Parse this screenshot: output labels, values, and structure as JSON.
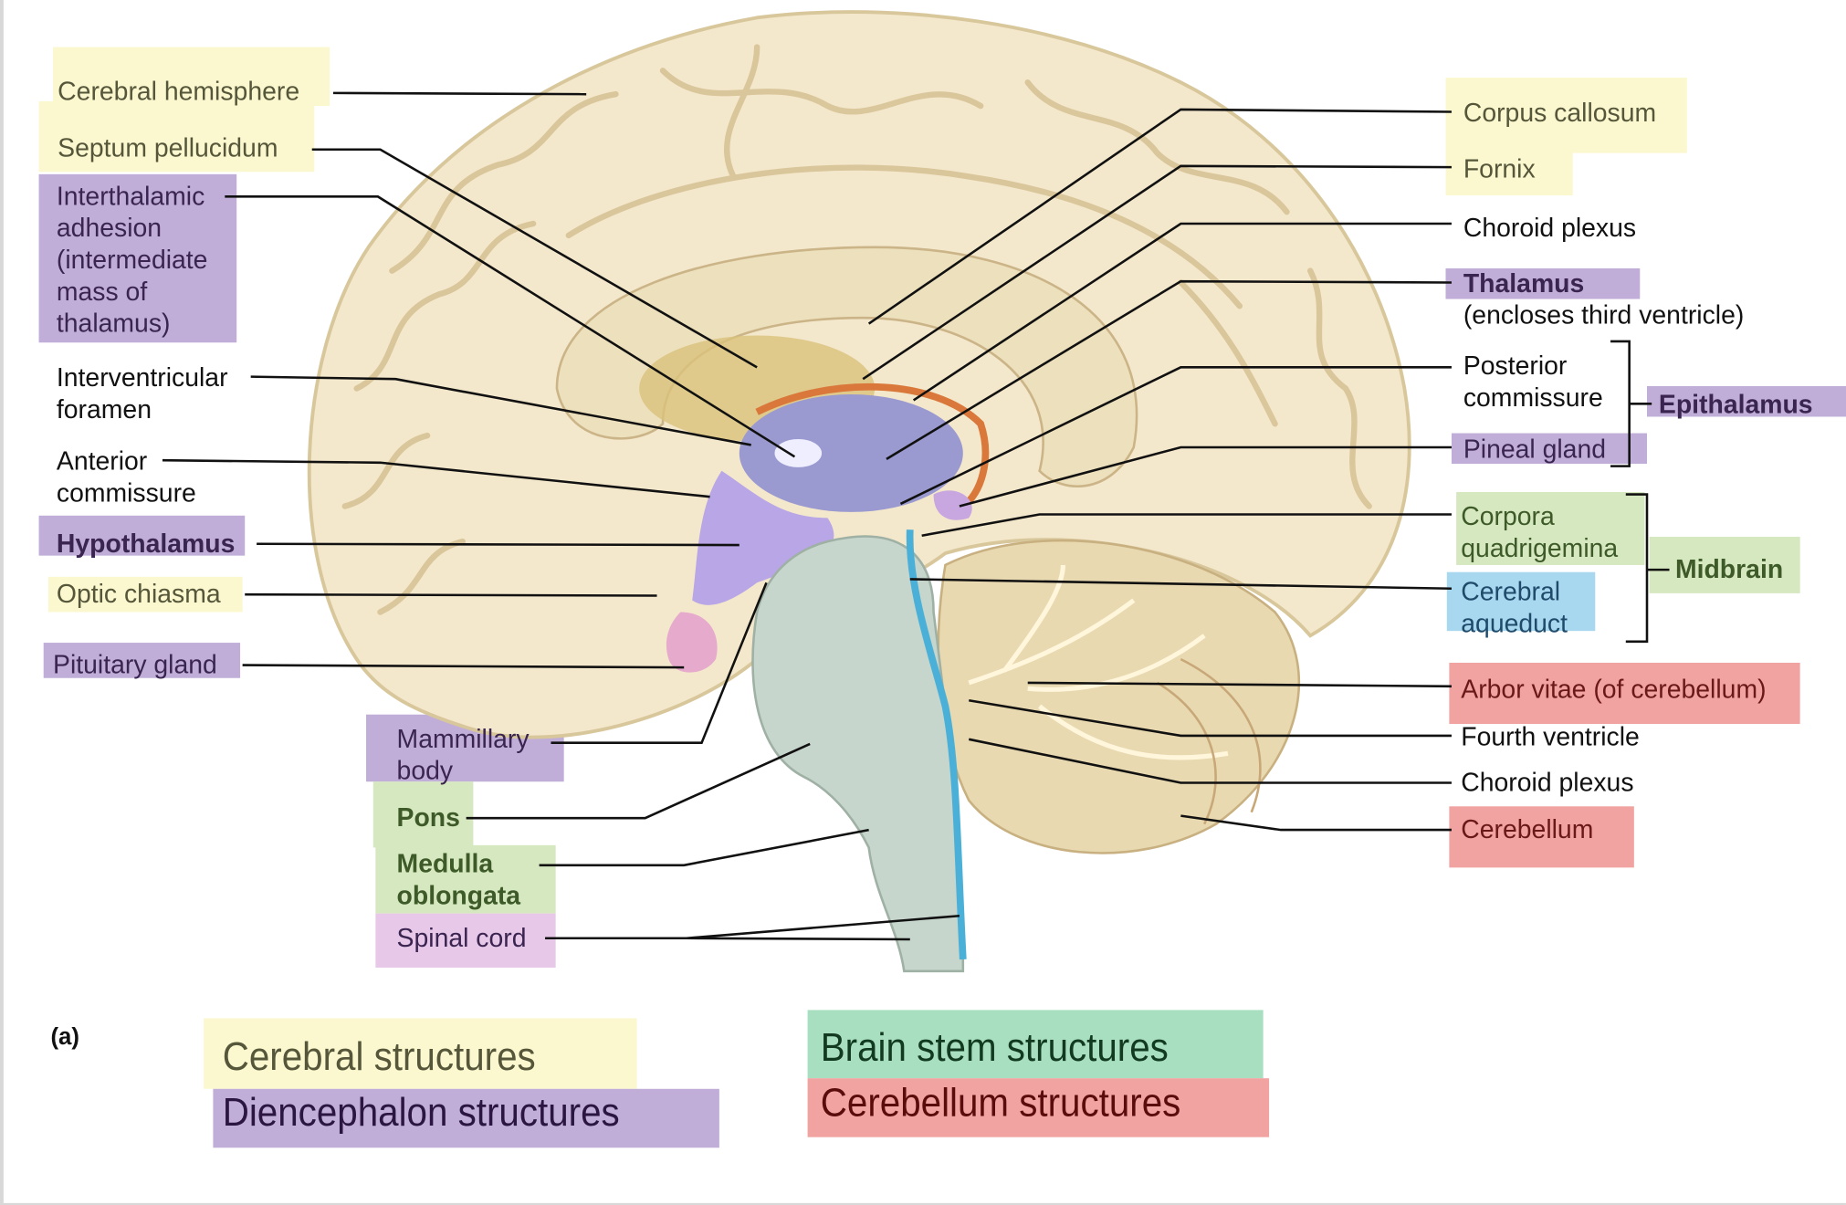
{
  "figure_label": "(a)",
  "left_labels": [
    {
      "text": "Cerebral hemisphere",
      "group": "Cerebral"
    },
    {
      "text": "Septum pellucidum",
      "group": "Cerebral"
    },
    {
      "lines": [
        "Interthalamic",
        "adhesion",
        "(intermediate",
        "mass of",
        "thalamus)"
      ],
      "group": "Diencephalon"
    },
    {
      "lines": [
        "Interventricular",
        "foramen"
      ]
    },
    {
      "lines": [
        "Anterior",
        "commissure"
      ]
    },
    {
      "text": "Hypothalamus",
      "group": "Diencephalon"
    },
    {
      "text": "Optic chiasma",
      "group": "Cerebral"
    },
    {
      "text": "Pituitary gland",
      "group": "Diencephalon"
    },
    {
      "lines": [
        "Mammillary",
        "body"
      ],
      "group": "Diencephalon"
    },
    {
      "text": "Pons",
      "group": "Brain stem"
    },
    {
      "lines": [
        "Medulla",
        "oblongata"
      ],
      "group": "Brain stem"
    },
    {
      "text": "Spinal cord"
    }
  ],
  "right_labels": [
    {
      "text": "Corpus callosum",
      "group": "Cerebral"
    },
    {
      "text": "Fornix",
      "group": "Cerebral"
    },
    {
      "text": "Choroid plexus"
    },
    {
      "text": "Thalamus",
      "note": "(encloses third ventricle)",
      "group": "Diencephalon"
    },
    {
      "lines": [
        "Posterior",
        "commissure"
      ]
    },
    {
      "text": "Pineal gland",
      "group": "Diencephalon"
    },
    {
      "lines": [
        "Corpora",
        "quadrigemina"
      ],
      "group": "Brain stem"
    },
    {
      "lines": [
        "Cerebral",
        "aqueduct"
      ]
    },
    {
      "text": "Arbor vitae (of cerebellum)",
      "group": "Cerebellum"
    },
    {
      "text": "Fourth ventricle"
    },
    {
      "text": "Choroid plexus"
    },
    {
      "text": "Cerebellum",
      "group": "Cerebellum"
    }
  ],
  "groups": {
    "epithalamus": "Epithalamus",
    "midbrain": "Midbrain"
  },
  "legend": {
    "cerebral": "Cerebral structures",
    "diencephalon": "Diencephalon structures",
    "brain_stem": "Brain stem structures",
    "cerebellum": "Cerebellum structures"
  },
  "colors": {
    "cerebral": "#fbf8cf",
    "diencephalon": "#c0aed8",
    "brain_stem": "#a8dfc0",
    "cerebellum": "#f0a3a0",
    "aqueduct": "#a8d8f0",
    "spinal": "#e8c8e8"
  }
}
